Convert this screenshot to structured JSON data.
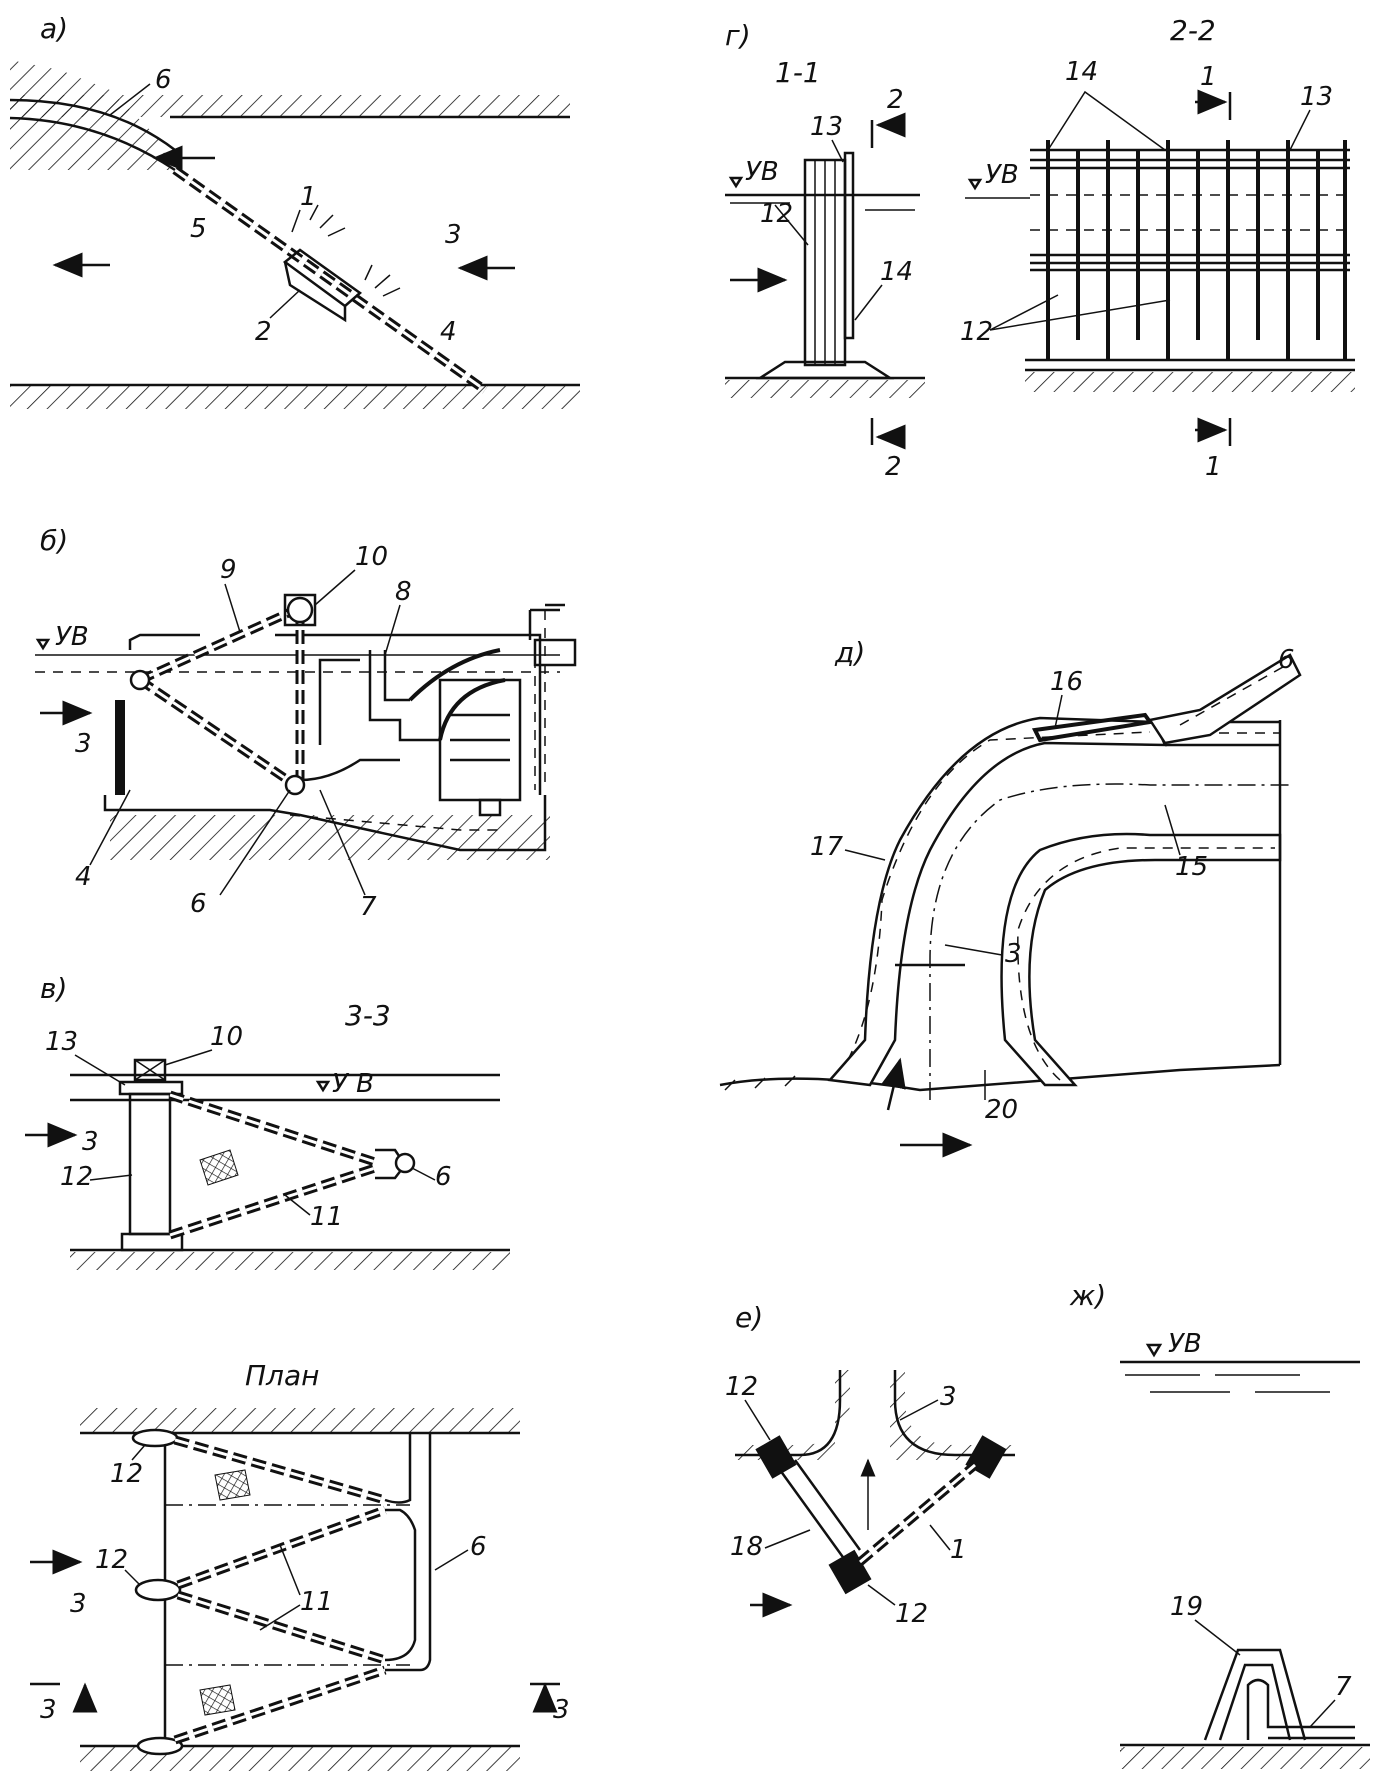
{
  "panels": {
    "a": {
      "title": "а)",
      "labels": [
        "6",
        "1",
        "3",
        "5",
        "2",
        "4"
      ]
    },
    "b": {
      "title": "б)",
      "water_level": "УВ",
      "labels": [
        "9",
        "10",
        "8",
        "3",
        "4",
        "6",
        "7"
      ]
    },
    "v": {
      "title": "в)",
      "section": "3-3",
      "water_level": "У В",
      "labels": [
        "13",
        "10",
        "3",
        "12",
        "6",
        "11"
      ]
    },
    "plan": {
      "title": "План",
      "labels": [
        "12",
        "12",
        "3",
        "11",
        "6"
      ],
      "section_marks": [
        "3",
        "3"
      ]
    },
    "g": {
      "title": "г)",
      "section_left": "1-1",
      "section_right": "2-2",
      "water_level_left": "УВ",
      "water_level_right": "УВ",
      "labels_left": [
        "13",
        "12",
        "14"
      ],
      "marks_left": [
        "2",
        "2"
      ],
      "labels_right": [
        "14",
        "13",
        "12"
      ],
      "marks_right": [
        "1",
        "1"
      ]
    },
    "d": {
      "title": "д)",
      "labels": [
        "16",
        "6",
        "15",
        "17",
        "3",
        "20"
      ]
    },
    "e": {
      "title": "е)",
      "labels": [
        "12",
        "3",
        "18",
        "1",
        "12"
      ]
    },
    "zh": {
      "title": "ж)",
      "water_level": "УВ",
      "labels": [
        "19",
        "7"
      ]
    }
  }
}
